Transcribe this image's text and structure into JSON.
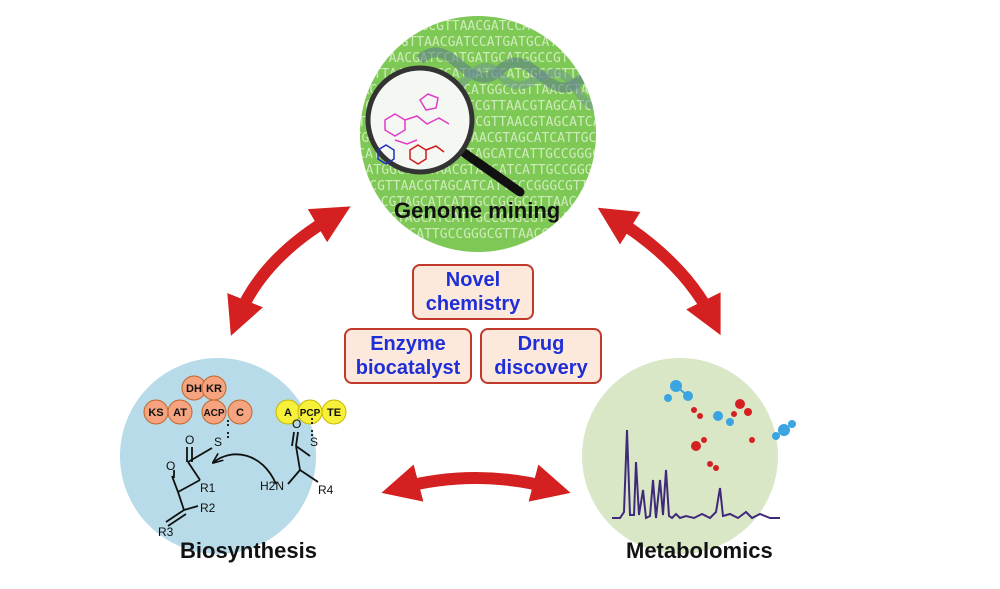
{
  "nodes": {
    "genome": {
      "label": "Genome mining",
      "dna_text": "CATTGCCGGGCGTTAACGATCCATGATGCATGGCCGTTAACGTAGCAT"
    },
    "biosynthesis": {
      "label": "Biosynthesis"
    },
    "metabolomics": {
      "label": "Metabolomics"
    }
  },
  "center_boxes": {
    "novel": {
      "line1": "Novel",
      "line2": "chemistry"
    },
    "enzyme": {
      "line1": "Enzyme",
      "line2": "biocatalyst"
    },
    "drug": {
      "line1": "Drug",
      "line2": "discovery"
    }
  },
  "domains": {
    "pks": [
      "KS",
      "AT",
      "DH",
      "KR",
      "ACP",
      "C"
    ],
    "nrps": [
      "A",
      "PCP",
      "TE"
    ]
  },
  "chem": {
    "o": "O",
    "s": "S",
    "r1": "R1",
    "r2": "R2",
    "r3": "R3",
    "r4": "R4",
    "h2n": "H2N"
  },
  "colors": {
    "genome_circle": "#7ec855",
    "biosynthesis_circle": "#b7dbe8",
    "metabolomics_circle": "#d9e7c7",
    "arrow": "#d42020",
    "box_fill": "#fde8dc",
    "box_border": "#c0392b",
    "box_text": "#1f2fd6",
    "pks_domain": "#f5a47f",
    "nrps_domain": "#f7f03a",
    "spectrum": "#3f2a7a"
  }
}
